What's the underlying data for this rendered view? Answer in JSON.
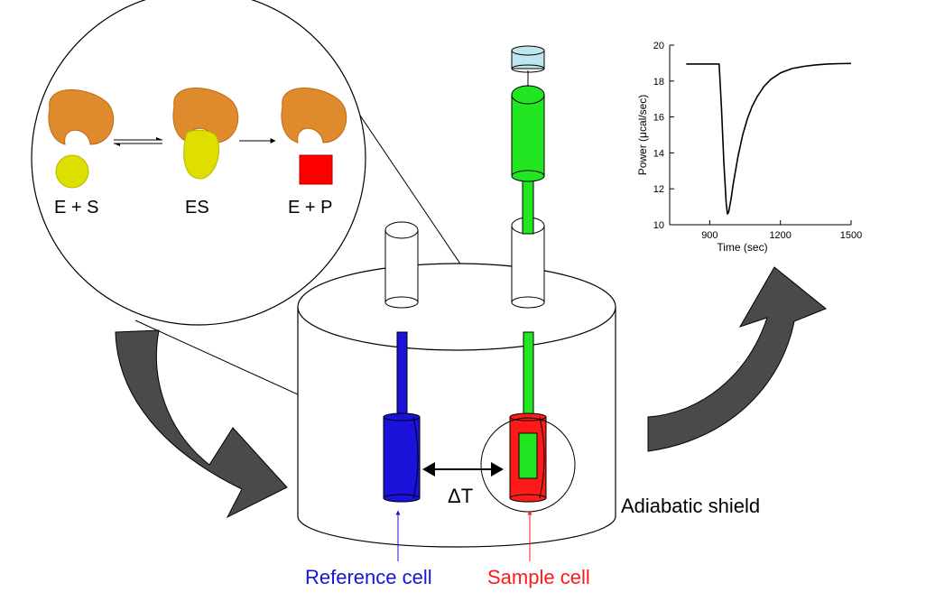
{
  "enzyme_scheme": {
    "state_1": "E + S",
    "state_2": "ES",
    "state_3": "E + P"
  },
  "calorimeter": {
    "delta_label": "ΔT",
    "shield_label": "Adiabatic shield",
    "reference_label": "Reference cell",
    "sample_label": "Sample cell"
  },
  "colors": {
    "enzyme": "#e08a2e",
    "substrate": "#dede00",
    "product": "#ff0000",
    "reference": "#1a12d8",
    "sample": "#ff1a1a",
    "injector": "#22e622",
    "syringe_cap": "#bfe6ee",
    "arrow": "#4a4a4a"
  },
  "chart_data": {
    "type": "line",
    "xlabel": "Time (sec)",
    "ylabel": "Power (μcal/sec)",
    "xlim": [
      730,
      1500
    ],
    "ylim": [
      10,
      20
    ],
    "xticks": [
      900,
      1200,
      1500
    ],
    "yticks": [
      10,
      12,
      14,
      16,
      18,
      20
    ],
    "grid": false,
    "series": [
      {
        "x": [
          800,
          940,
          950,
          960,
          970,
          975,
          980,
          990,
          1000,
          1020,
          1040,
          1060,
          1080,
          1100,
          1130,
          1160,
          1200,
          1250,
          1300,
          1350,
          1400,
          1450,
          1500
        ],
        "y": [
          18.95,
          18.95,
          16.5,
          13.5,
          11.2,
          10.6,
          10.7,
          11.4,
          12.3,
          13.8,
          15.0,
          15.9,
          16.6,
          17.1,
          17.7,
          18.1,
          18.45,
          18.7,
          18.82,
          18.9,
          18.95,
          18.97,
          18.98
        ]
      }
    ]
  }
}
